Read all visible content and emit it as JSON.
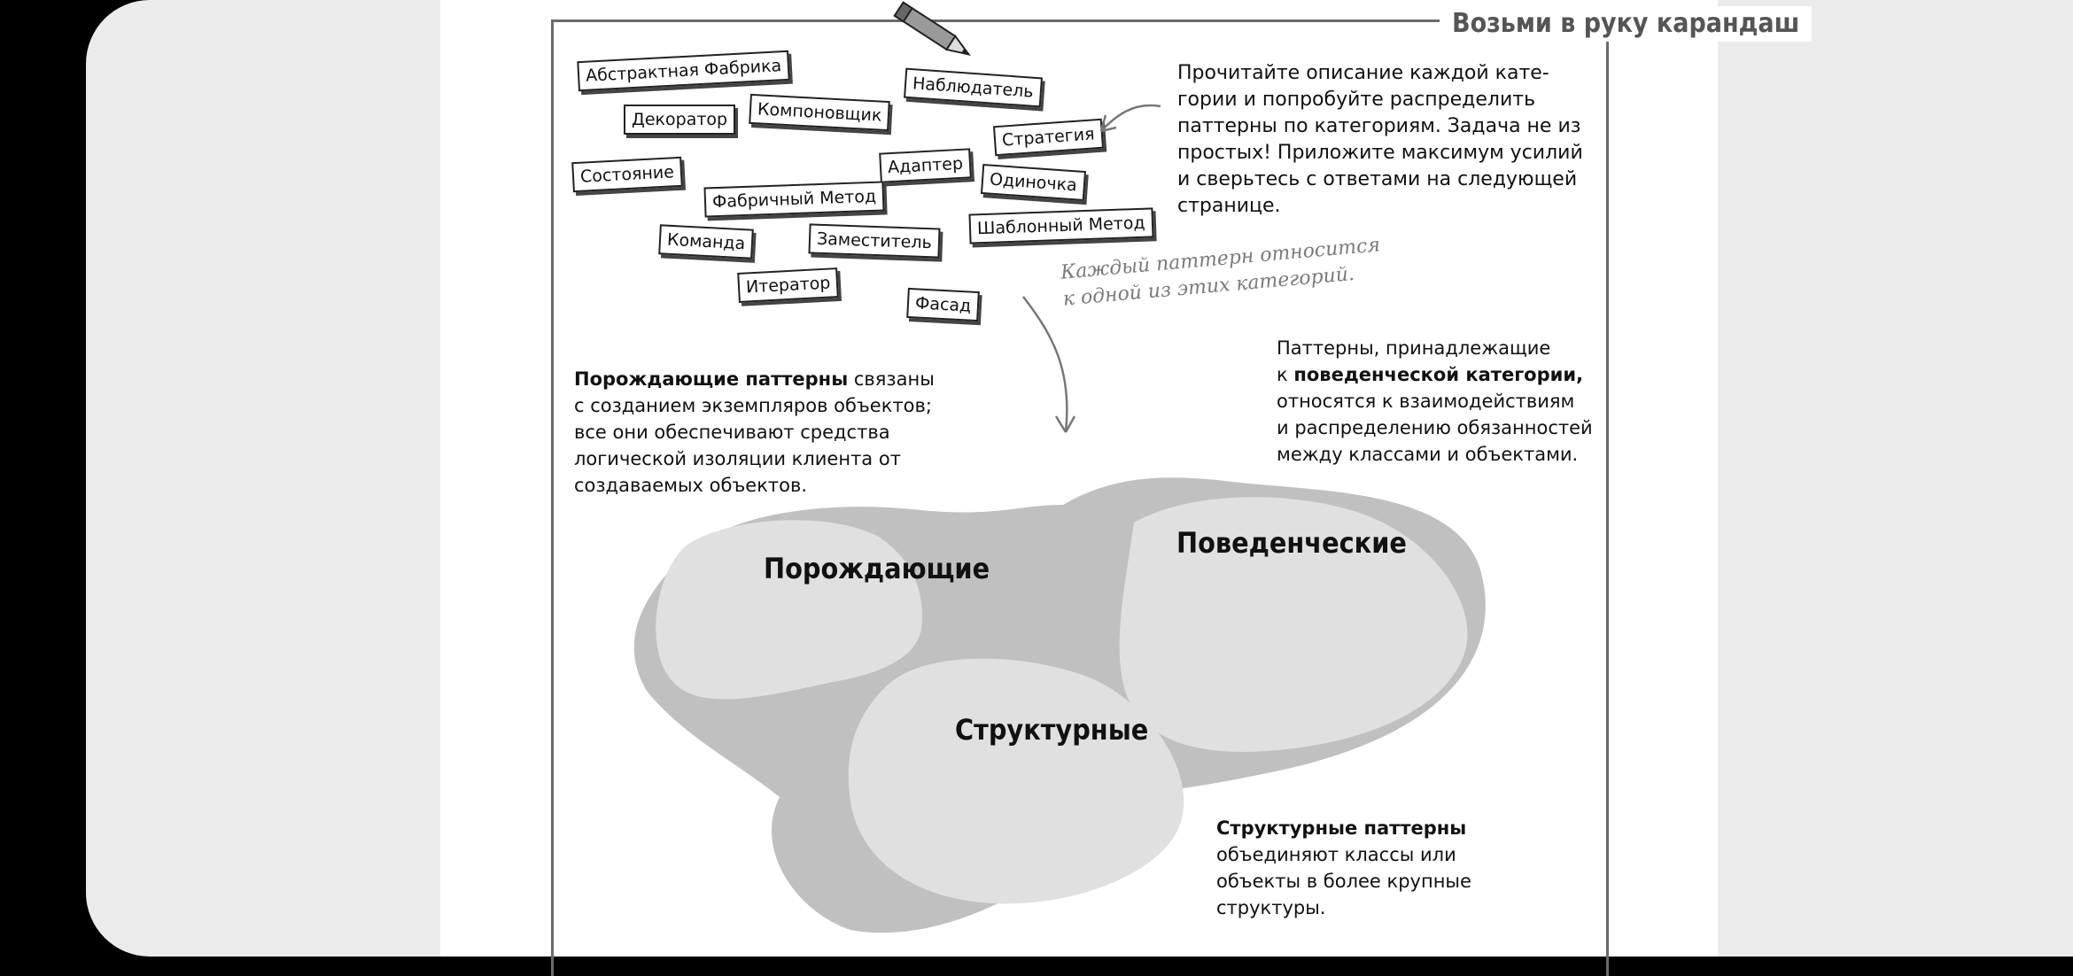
{
  "frame": {
    "title": "Возьми в руку карандаш"
  },
  "pattern_tags": [
    "Абстрактная Фабрика",
    "Декоратор",
    "Компоновщик",
    "Наблюдатель",
    "Стратегия",
    "Состояние",
    "Адаптер",
    "Одиночка",
    "Фабричный Метод",
    "Шаблонный Метод",
    "Команда",
    "Заместитель",
    "Итератор",
    "Фасад"
  ],
  "instructions": [
    "Прочитайте описание каждой кате-",
    "гории и попробуйте распределить",
    "паттерны по категориям. Задача не из",
    "простых! Приложите максимум усилий",
    "и сверьтесь с ответами на следующей",
    "странице."
  ],
  "handnote": [
    "Каждый паттерн относится",
    "к одной из этих категорий."
  ],
  "creational": {
    "bold": "Порождающие паттерны",
    "rest_first": "связаны",
    "lines": [
      "с созданием экземпляров объектов;",
      "все они обеспечивают средства",
      "логической изоляции клиента от",
      "создаваемых объектов."
    ]
  },
  "behavioral": {
    "line1": "Паттерны, принадлежащие",
    "prefix": "к",
    "bold": "поведенческой категории,",
    "lines": [
      "относятся к взаимодействиям",
      "и распределению обязанностей",
      "между классами и объектами."
    ]
  },
  "structural": {
    "bold": "Структурные паттерны",
    "lines": [
      "объединяют классы или",
      "объекты в более крупные",
      "структуры."
    ]
  },
  "categories": {
    "creational": "Порождающие",
    "behavioral": "Поведенческие",
    "structural": "Структурные"
  }
}
